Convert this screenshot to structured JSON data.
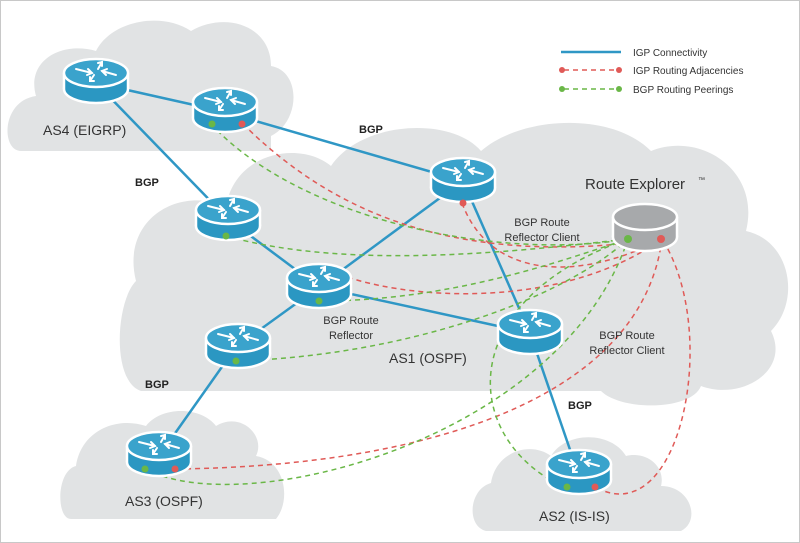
{
  "legend": {
    "igp_connectivity": "IGP Connectivity",
    "igp_adjacencies": "IGP Routing Adjacencies",
    "bgp_peerings": "BGP Routing Peerings"
  },
  "colors": {
    "cloud": "#e1e3e4",
    "router": "#2b97c2",
    "router_top": "#3aa3cc",
    "link": "#2f97c5",
    "igp_dash": "#e05a57",
    "bgp_dash": "#6ab747",
    "explorer": "#a7a9ab"
  },
  "clouds": {
    "as4": "AS4 (EIGRP)",
    "as1": "AS1 (OSPF)",
    "as3": "AS3 (OSPF)",
    "as2": "AS2 (IS-IS)"
  },
  "labels": {
    "bgp_top": "BGP",
    "bgp_left": "BGP",
    "bgp_lower_left": "BGP",
    "bgp_right": "BGP",
    "rr": [
      "BGP Route",
      "Reflector"
    ],
    "rrc_top": [
      "BGP Route",
      "Reflector Client"
    ],
    "rrc_right": [
      "BGP Route",
      "Reflector Client"
    ],
    "route_explorer": "Route Explorer",
    "tm": "™"
  },
  "routers": [
    {
      "id": "as4-r1",
      "name": "AS4 router 1"
    },
    {
      "id": "as4-r2",
      "name": "AS4 border router"
    },
    {
      "id": "as1-rrc-top",
      "name": "AS1 route reflector client top"
    },
    {
      "id": "as1-left-top",
      "name": "AS1 left top router"
    },
    {
      "id": "as1-rr",
      "name": "AS1 route reflector"
    },
    {
      "id": "as1-left-bottom",
      "name": "AS1 left bottom router"
    },
    {
      "id": "as1-rrc-right",
      "name": "AS1 route reflector client right"
    },
    {
      "id": "as3-r1",
      "name": "AS3 router"
    },
    {
      "id": "as2-r1",
      "name": "AS2 router"
    }
  ]
}
